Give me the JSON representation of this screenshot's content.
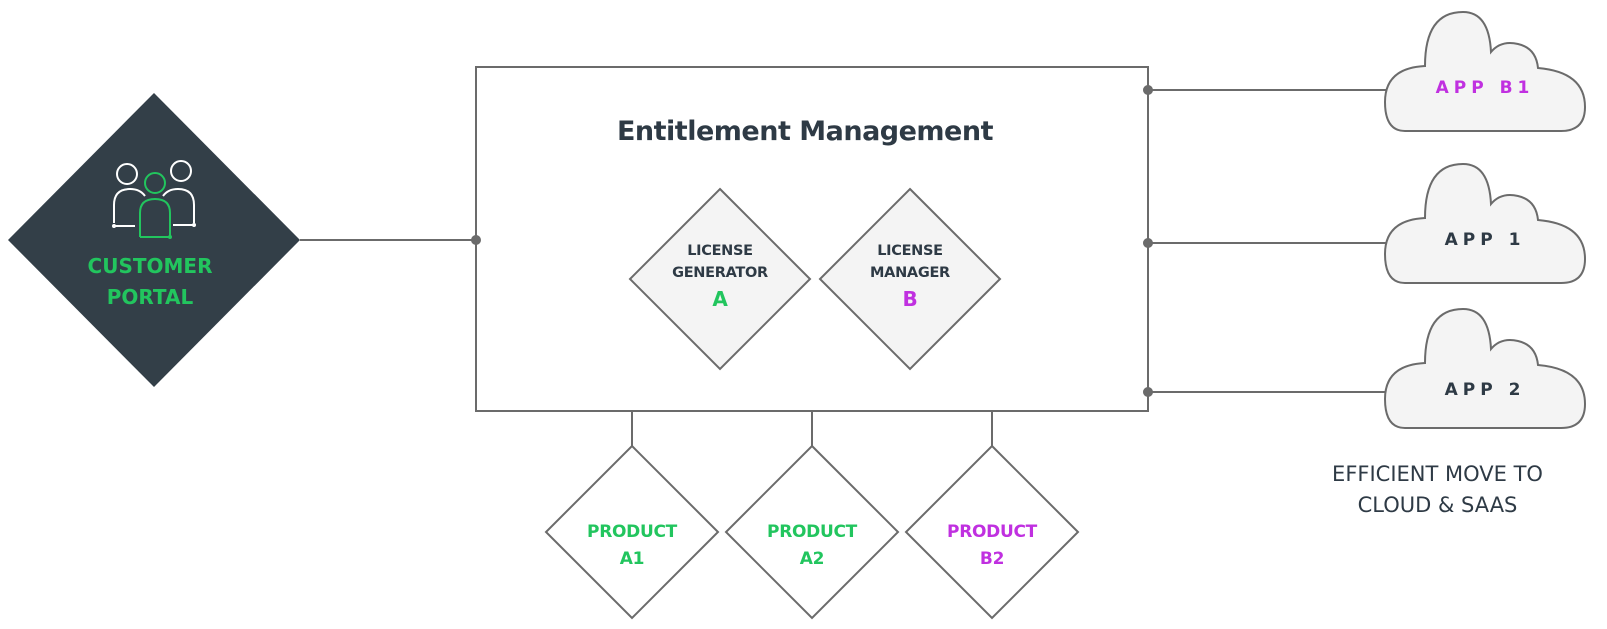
{
  "colors": {
    "dark": "#333f48",
    "text": "#2e3a45",
    "green": "#22c55e",
    "purple": "#c030e0",
    "line": "#6b6b6b",
    "fill_light": "#f4f4f4"
  },
  "customer_portal": {
    "line1": "CUSTOMER",
    "line2": "PORTAL",
    "icon": "people-group-icon"
  },
  "entitlement_box": {
    "title": "Entitlement Management",
    "license_generator": {
      "line1": "LICENSE",
      "line2": "GENERATOR",
      "letter": "A"
    },
    "license_manager": {
      "line1": "LICENSE",
      "line2": "MANAGER",
      "letter": "B"
    }
  },
  "products": [
    {
      "line1": "PRODUCT",
      "line2": "A1",
      "color": "green"
    },
    {
      "line1": "PRODUCT",
      "line2": "A2",
      "color": "green"
    },
    {
      "line1": "PRODUCT",
      "line2": "B2",
      "color": "purple"
    }
  ],
  "apps": [
    {
      "label": "APP B1",
      "color": "purple"
    },
    {
      "label": "APP 1",
      "color": "dark"
    },
    {
      "label": "APP 2",
      "color": "dark"
    }
  ],
  "caption": {
    "line1": "EFFICIENT MOVE TO",
    "line2": "CLOUD & SAAS"
  }
}
